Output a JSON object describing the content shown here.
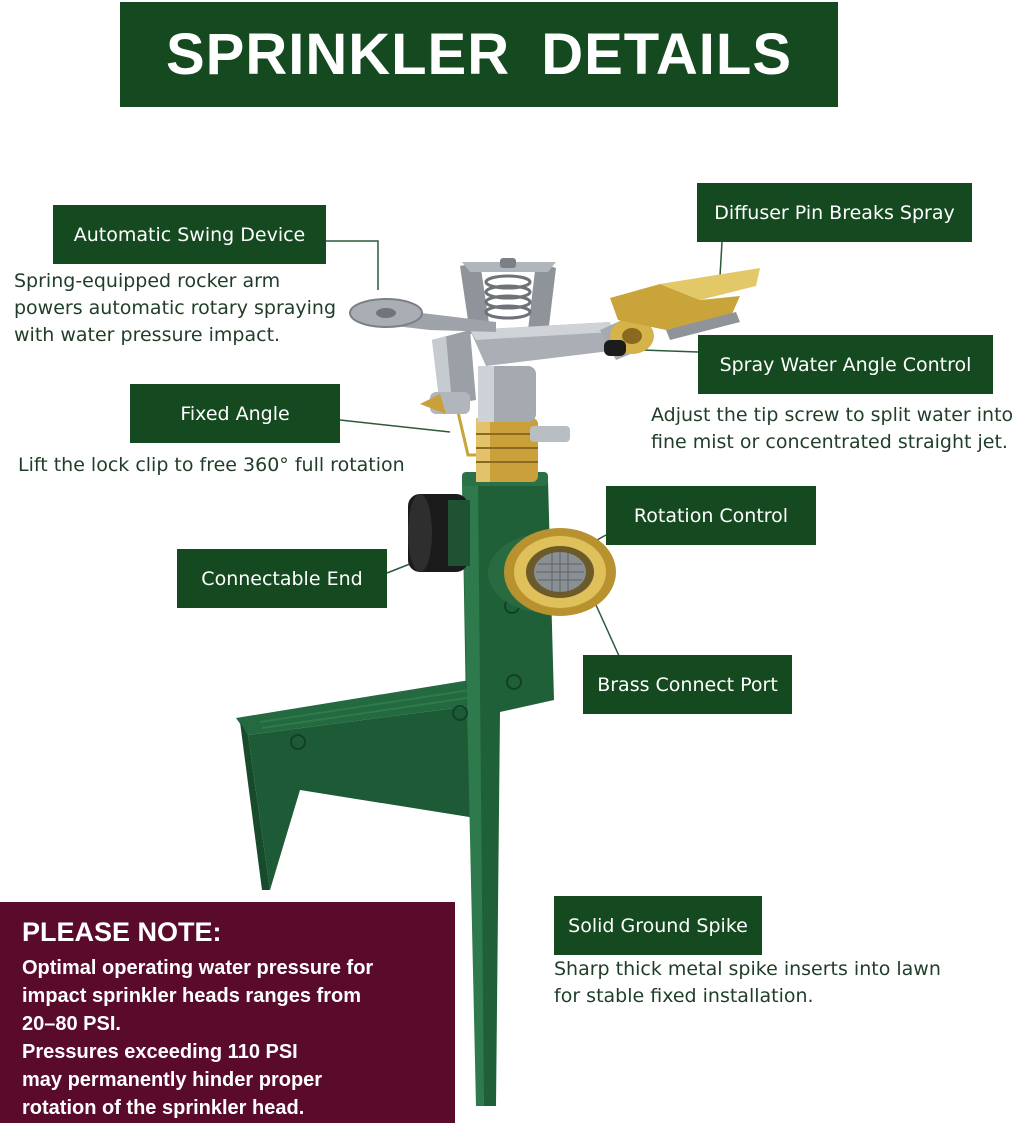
{
  "title": "SPRINKLER  DETAILS",
  "labels": {
    "swing": "Automatic Swing Device",
    "diffuser": "Diffuser Pin Breaks Spray",
    "spray_angle": "Spray Water Angle Control",
    "fixed_angle": "Fixed Angle",
    "rotation": "Rotation Control",
    "connectable": "Connectable End",
    "brass": "Brass Connect Port",
    "spike": "Solid Ground Spike"
  },
  "descriptions": {
    "swing": [
      "Spring-equipped rocker arm",
      "powers automatic rotary spraying",
      "with water pressure impact."
    ],
    "spray_angle": [
      "Adjust the tip screw to split water into",
      "fine mist or concentrated straight jet."
    ],
    "fixed_angle": [
      "Lift the lock clip to free 360° full rotation"
    ],
    "spike": [
      "Sharp thick metal spike inserts into lawn",
      "for stable fixed installation."
    ]
  },
  "note": {
    "title": "PLEASE NOTE:",
    "lines": [
      "Optimal operating water pressure for",
      "impact sprinkler heads ranges from",
      "20–80 PSI.",
      "Pressures exceeding 110 PSI",
      "may permanently hinder proper",
      "rotation of the sprinkler head."
    ]
  },
  "colors": {
    "label_green": "#15491f",
    "note_maroon": "#5a0b2c",
    "sprinkler_green": "#1d5a36",
    "brass": "#c9a43a",
    "metal": "#9aa0a6"
  }
}
